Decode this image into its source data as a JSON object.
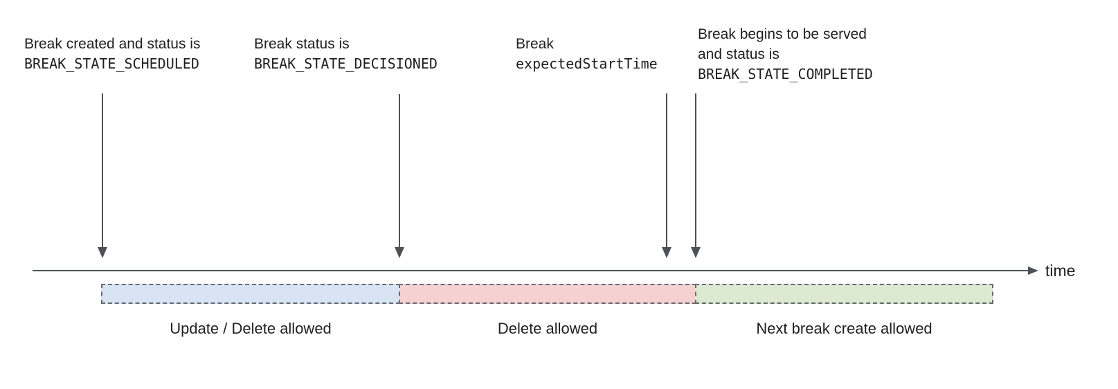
{
  "annotations": [
    {
      "line1": "Break created and status is",
      "line2": "BREAK_STATE_SCHEDULED"
    },
    {
      "line1": "Break status is",
      "line2": "BREAK_STATE_DECISIONED"
    },
    {
      "line1": "Break",
      "line2": "expectedStartTime"
    },
    {
      "line1": "Break begins to be served",
      "line2": "and status is",
      "line3": "BREAK_STATE_COMPLETED"
    }
  ],
  "axis": {
    "label": "time"
  },
  "segments": [
    {
      "label": "Update / Delete allowed",
      "color": "#d8e4f4"
    },
    {
      "label": "Delete allowed",
      "color": "#f5d1d1"
    },
    {
      "label": "Next break create allowed",
      "color": "#dce9d3"
    }
  ]
}
